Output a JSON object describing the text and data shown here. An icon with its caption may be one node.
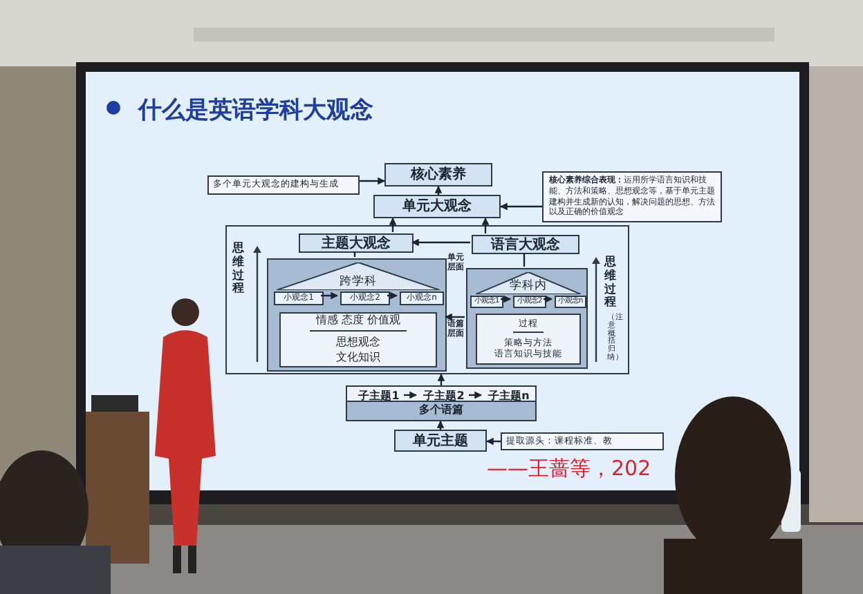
{
  "diagram": {
    "title": "什么是英语学科大观念",
    "nodes": [
      {
        "text": [
          "核心素养"
        ]
      },
      {
        "text": [
          "单元大观念"
        ]
      },
      {
        "text": [
          "多个单元大观念的建构与生成"
        ]
      },
      {
        "text": [
          "**核心素养综合表现：**运用所学语言知识和技能、方法和策略、思想观念等，基于单元主题建构并生成新的认知，解决问题的思想、方法以及正确的价值观念"
        ]
      },
      {
        "text": [],
        "shape": "box"
      },
      {
        "text": [
          "主题大观念"
        ],
        "in": 4
      },
      {
        "text": [
          "语言大观念"
        ],
        "in": 4
      },
      {
        "text": [],
        "shape": "box",
        "in": 4
      },
      {
        "text": [
          "跨学科"
        ],
        "in": 7
      },
      {
        "text": [
          "小观念1"
        ],
        "in": 7
      },
      {
        "text": [
          "小观念2"
        ],
        "in": 7
      },
      {
        "text": [
          "小观念n"
        ],
        "in": 7
      },
      {
        "text": [
          "情感 态度 价值观",
          "思想观念",
          "文化知识"
        ],
        "in": 7
      },
      {
        "text": [],
        "shape": "box",
        "in": 4
      },
      {
        "text": [
          "学科内"
        ],
        "in": 13
      },
      {
        "text": [
          "小观念1"
        ],
        "in": 13
      },
      {
        "text": [
          "小观念2"
        ],
        "in": 13
      },
      {
        "text": [
          "小观念n"
        ],
        "in": 13
      },
      {
        "text": [
          "过程",
          "策略与方法",
          "语言知识与技能"
        ],
        "in": 13
      },
      {
        "text": [
          "多个语篇"
        ]
      },
      {
        "text": [
          "子主题1"
        ],
        "in": 19
      },
      {
        "text": [
          "子主题2"
        ],
        "in": 19
      },
      {
        "text": [
          "子主题n"
        ],
        "in": 19
      },
      {
        "text": [
          "单元主题"
        ]
      },
      {
        "text": [
          "提取源头：课程标准、教"
        ]
      }
    ],
    "edges": [
      {
        "from": 1,
        "to": 0,
        "arrow": "to"
      },
      {
        "from": 2,
        "to": 0,
        "arrow": "to"
      },
      {
        "from": 3,
        "to": 1,
        "arrow": "to"
      },
      {
        "from": 5,
        "to": 1,
        "arrow": "to"
      },
      {
        "from": 6,
        "to": 1,
        "arrow": "to"
      },
      {
        "from": 6,
        "to": 5,
        "arrow": "to",
        "label": "单元层面"
      },
      {
        "from": 7,
        "to": 5,
        "arrow": "none"
      },
      {
        "from": 13,
        "to": 6,
        "arrow": "none"
      },
      {
        "from": 13,
        "to": 7,
        "arrow": "to",
        "label": "语篇层面"
      },
      {
        "from": 9,
        "to": 10,
        "arrow": "to"
      },
      {
        "from": 10,
        "to": 11,
        "arrow": "to"
      },
      {
        "from": 15,
        "to": 16,
        "arrow": "to"
      },
      {
        "from": 16,
        "to": 17,
        "arrow": "to"
      },
      {
        "from": 20,
        "to": 21,
        "arrow": "to"
      },
      {
        "from": 21,
        "to": 22,
        "arrow": "to"
      },
      {
        "from": 19,
        "to": 4,
        "arrow": "to"
      },
      {
        "from": 23,
        "to": 19,
        "arrow": "to"
      },
      {
        "from": 24,
        "to": 23,
        "arrow": "to"
      }
    ],
    "labels": [
      "思维过程",
      "思维过程",
      "（注意概括归纳）",
      "——王蔷等，202"
    ]
  }
}
